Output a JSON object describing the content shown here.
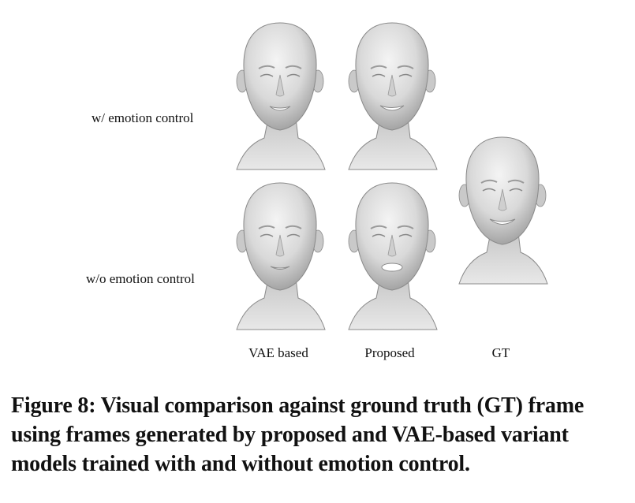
{
  "figure": {
    "row_labels": {
      "with_emotion": "w/ emotion control",
      "without_emotion": "w/o emotion control"
    },
    "column_labels": {
      "vae": "VAE based",
      "proposed": "Proposed",
      "gt": "GT"
    },
    "caption": {
      "label": "Figure 8:",
      "text": "Visual comparison against ground truth (GT) frame using frames generated by proposed and VAE-based variant models trained with and without emotion control."
    },
    "images": [
      {
        "name": "vae-with-emotion",
        "mouth": "smile"
      },
      {
        "name": "proposed-with-emotion",
        "mouth": "smile"
      },
      {
        "name": "gt",
        "mouth": "smile"
      },
      {
        "name": "vae-without-emotion",
        "mouth": "neutral"
      },
      {
        "name": "proposed-without-emotion",
        "mouth": "open"
      }
    ]
  }
}
